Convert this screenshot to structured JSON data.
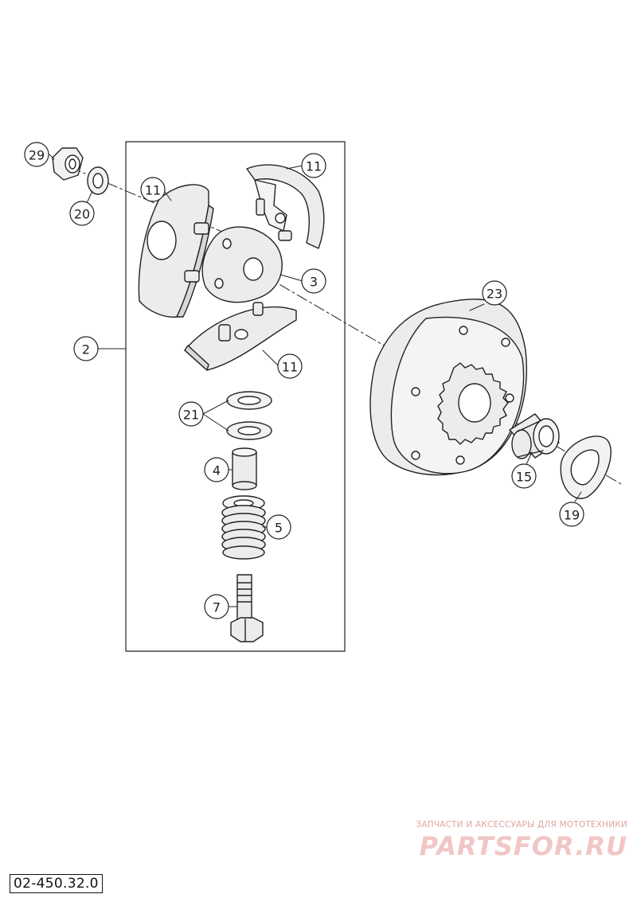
{
  "diagram": {
    "code": "02-450.32.0",
    "callouts": {
      "c29": "29",
      "c20": "20",
      "c11a": "11",
      "c11b": "11",
      "c11c": "11",
      "c3": "3",
      "c2": "2",
      "c23": "23",
      "c21": "21",
      "c4": "4",
      "c5": "5",
      "c7": "7",
      "c15": "15",
      "c19": "19"
    }
  },
  "watermark": {
    "tagline": "ЗАПЧАСТИ И АКСЕССУАРЫ ДЛЯ МОТОТЕХНИКИ",
    "logo": "PARTSFOR.RU"
  },
  "colors": {
    "line": "#222222",
    "part_fill": "#eeeeee",
    "watermark": "#f2c6c6"
  }
}
